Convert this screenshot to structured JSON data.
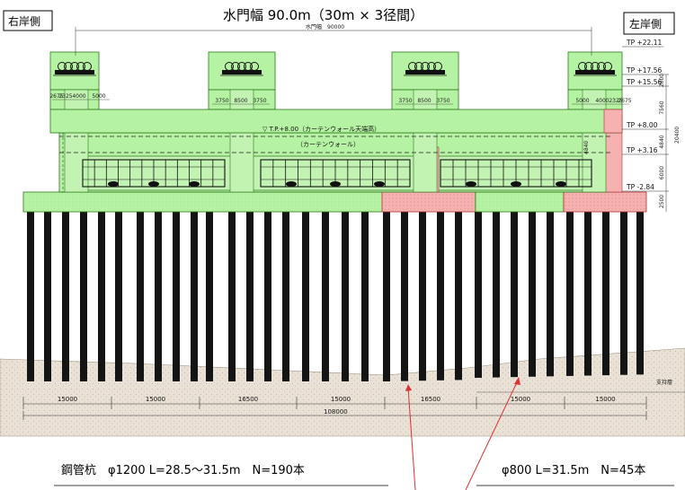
{
  "title": "水門幅 90.0m（30m × 3径間）",
  "sub_title": "水門幅　90000",
  "side_labels": {
    "right_bank": "右岸側",
    "left_bank": "左岸側"
  },
  "levels": [
    {
      "label": "TP +22.11",
      "y_val": 22.11
    },
    {
      "label": "TP +17.56",
      "y_val": 17.56
    },
    {
      "label": "TP +15.56",
      "y_val": 15.56
    },
    {
      "label": "TP +8.00",
      "y_val": 8.0
    },
    {
      "label": "TP +3.16",
      "y_val": 3.16
    },
    {
      "label": "TP -2.84",
      "y_val": -2.84
    }
  ],
  "vertical_dims": [
    {
      "label": "2000",
      "from": 17.56,
      "to": 15.56
    },
    {
      "label": "7560",
      "from": 15.56,
      "to": 8.0
    },
    {
      "label": "4840",
      "from": 8.0,
      "to": 3.16
    },
    {
      "label": "6000",
      "from": 3.16,
      "to": -2.84
    },
    {
      "label": "2500",
      "from": -2.84,
      "to": -5.34
    }
  ],
  "total_vertical_dim": "20400",
  "pier_dims": {
    "left_pier": [
      "2675",
      "2325",
      "4000",
      "5000"
    ],
    "pier2": [
      "3750",
      "8500",
      "3750"
    ],
    "pier3": [
      "3750",
      "8500",
      "3750"
    ],
    "right_pier": [
      "5000",
      "4000",
      "2325",
      "2675"
    ]
  },
  "curtain_wall": {
    "top_label": "▽ T.P.+8.00（カーテンウォール天端高）",
    "body_label": "（カーテンウォール）",
    "small_dim": "4840"
  },
  "foundation_dims": [
    "15000",
    "15000",
    "16500",
    "15000",
    "16500",
    "15000",
    "15000"
  ],
  "total_foundation": "108000",
  "support_layer": "支持層",
  "captions": {
    "left": "鋼管杭　φ1200 L=28.5～31.5m　N=190本",
    "right": "φ800 L=31.5m　N=45本"
  },
  "colors": {
    "concrete": "#b3f0a0",
    "concrete_edge": "#2a7a1a",
    "pink": "#f4a7a7",
    "soil": "#e8e0d4",
    "pile": "#141414",
    "leader": "#e03030"
  }
}
